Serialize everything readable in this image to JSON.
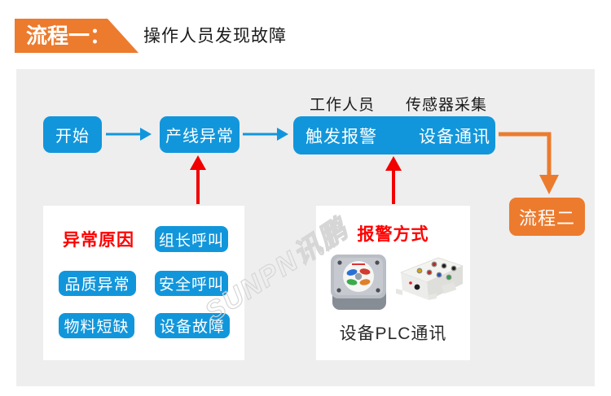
{
  "header": {
    "badge": "流程一：",
    "title": "操作人员发现故障"
  },
  "colors": {
    "blue": "#1296db",
    "orange": "#ec7b2e",
    "red": "#fe0000",
    "panel_bg": "#eeeeee"
  },
  "flow": {
    "start": "开始",
    "line_abnormal": "产线异常",
    "trigger_alarm": "触发报警",
    "device_comm": "设备通讯",
    "label_staff": "工作人员",
    "label_sensor": "传感器采集",
    "process_two": "流程二"
  },
  "cause_panel": {
    "title": "异常原因",
    "items": [
      "组长呼叫",
      "品质异常",
      "安全呼叫",
      "物料短缺",
      "设备故障"
    ]
  },
  "alarm_panel": {
    "title": "报警方式",
    "caption": "设备PLC通讯",
    "devices": [
      "andon-button-box",
      "plc-io-control-box"
    ]
  },
  "watermark": "SUNPN讯鹏"
}
